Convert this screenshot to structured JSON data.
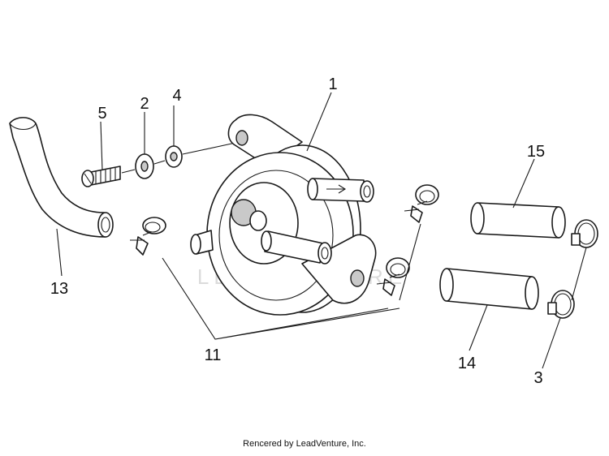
{
  "callouts": {
    "c1": "1",
    "c2": "2",
    "c3": "3",
    "c4": "4",
    "c5": "5",
    "c11": "11",
    "c13": "13",
    "c14": "14",
    "c15": "15"
  },
  "watermark": "LEADVENTURE",
  "footer": "Rencered by LeadVenture, Inc."
}
